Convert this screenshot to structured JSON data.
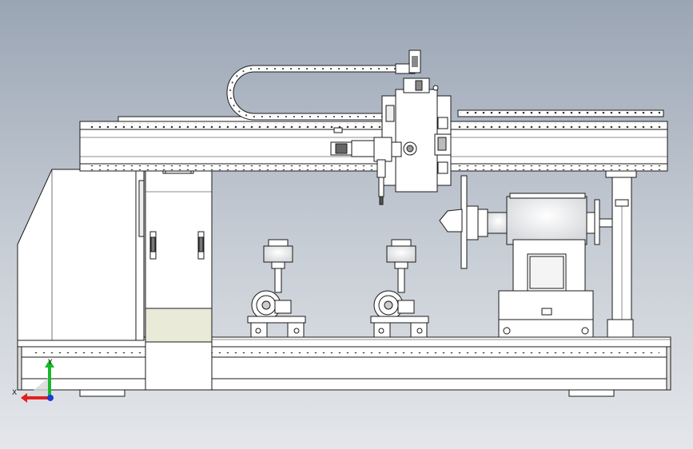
{
  "view": {
    "kind": "CAD assembly drawing, front view",
    "background_top": "#9aa5b4",
    "background_bottom": "#e4e6ea",
    "line_color": "#1a1a1a",
    "part_fill": "#ffffff",
    "highlight_fill": "#e9ead8"
  },
  "axis_triad": {
    "x_label": "X",
    "y_label": "Y",
    "x_color": "#e0201b",
    "y_color": "#18b82a",
    "z_color": "#1a3cd8"
  }
}
